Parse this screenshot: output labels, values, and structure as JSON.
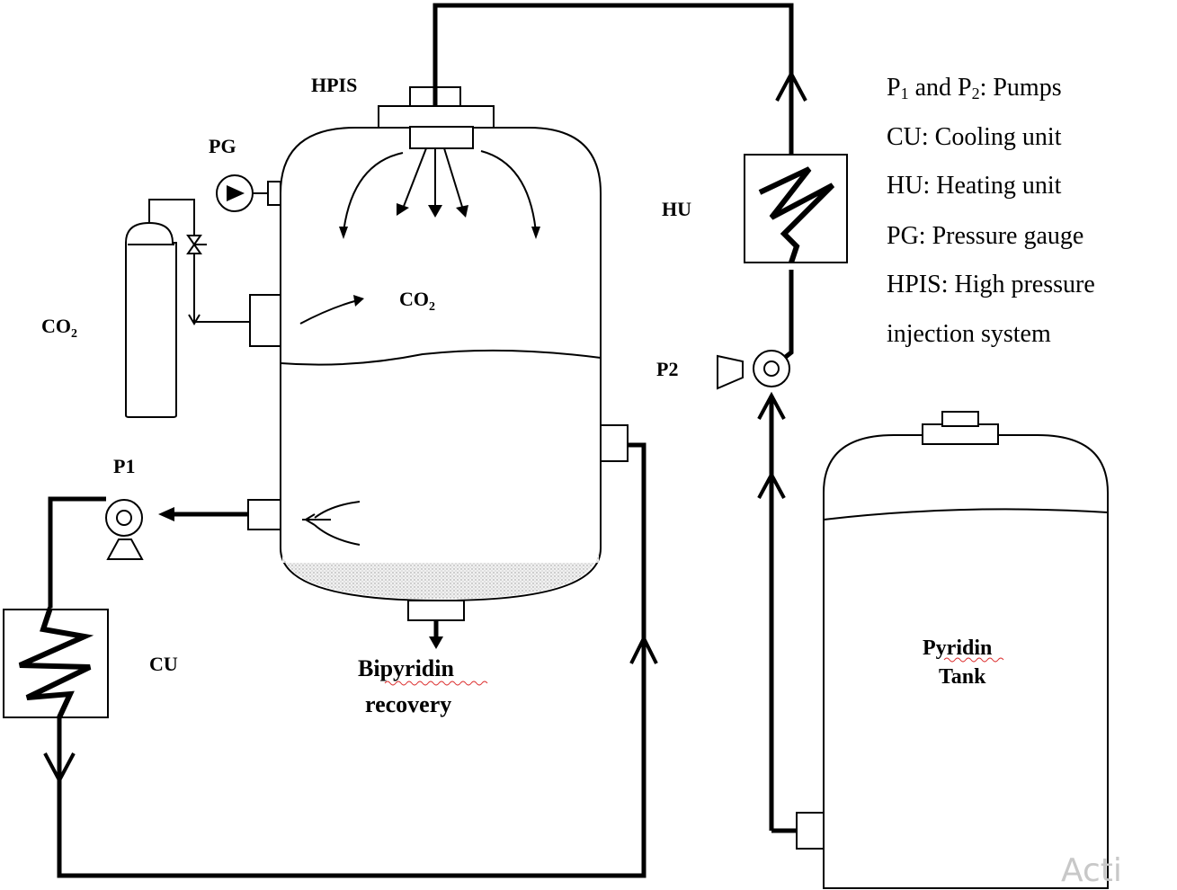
{
  "labels": {
    "hpis": "HPIS",
    "pg": "PG",
    "co2_tank_main": "CO",
    "co2_tank_sub": "2",
    "co2_vessel_main": "CO",
    "co2_vessel_sub": "2",
    "hu": "HU",
    "cu": "CU",
    "p1": "P1",
    "p2": "P2",
    "bipyridin": "Bipyridin",
    "recovery": "recovery",
    "pyridin": "Pyridin",
    "tank": "Tank"
  },
  "legend": {
    "line1_a": "P",
    "line1_a_sub": "1",
    "line1_b": " and P",
    "line1_b_sub": "2",
    "line1_c": ": Pumps",
    "line2": "CU: Cooling unit",
    "line3": "HU: Heating unit",
    "line4": "PG: Pressure gauge",
    "line5": "HPIS: High pressure",
    "line6": "injection system"
  },
  "watermark": "Acti"
}
